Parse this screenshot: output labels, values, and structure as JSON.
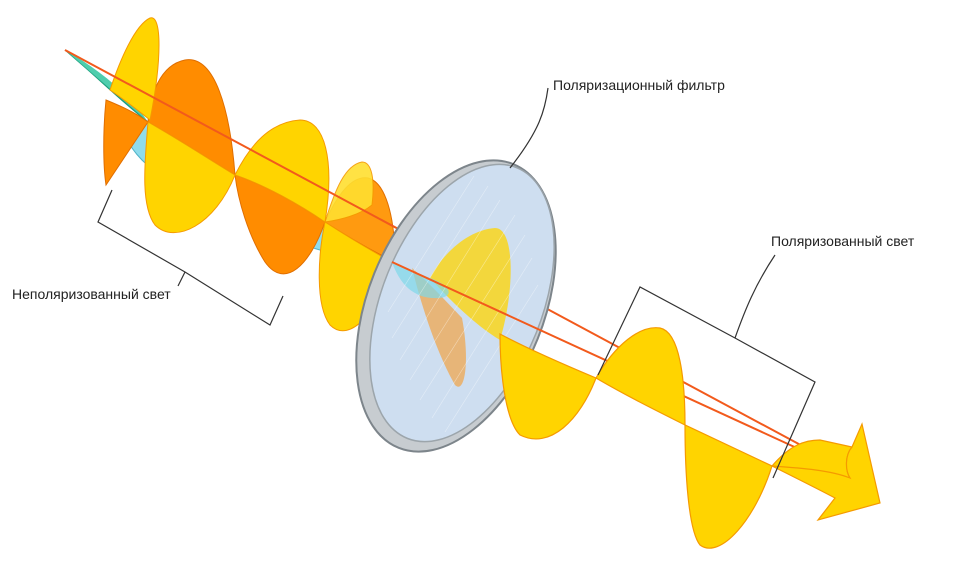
{
  "labels": {
    "polarizing_filter": "Поляризационный фильтр",
    "polarized_light": "Поляризованный свет",
    "unpolarized_light": "Неполяризованный свет"
  },
  "colors": {
    "yellow_wave": "#ffd400",
    "yellow_wave_edge": "#f59a00",
    "orange_wave": "#ff8c00",
    "cyan_wave": "#7fd8e8",
    "teal_wave": "#2fbf9a",
    "beam": "#f25a1c",
    "filter_rim": "#8f969c",
    "filter_glass": "#cfe0f2",
    "bracket": "#333333"
  },
  "icons": {
    "beam_arrowhead": "arrow-head-icon"
  }
}
